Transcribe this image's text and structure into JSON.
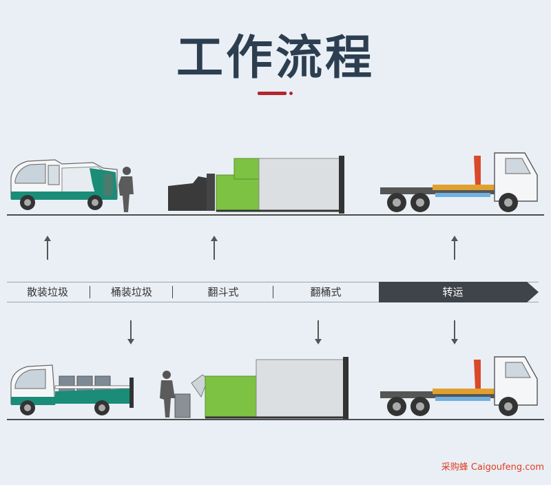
{
  "header": {
    "title": "工作流程"
  },
  "steps": [
    {
      "label": "散装垃圾"
    },
    {
      "label": "桶装垃圾"
    },
    {
      "label": "翻斗式"
    },
    {
      "label": "翻桶式"
    },
    {
      "label": "转运"
    }
  ],
  "footer": {
    "watermark": "采购蜂 Caigoufeng.com"
  },
  "colors": {
    "accent": "#b3262e",
    "vehicle_green": "#1a8c78",
    "compactor_green": "#7dc242",
    "dark_bar": "#3f434a"
  }
}
